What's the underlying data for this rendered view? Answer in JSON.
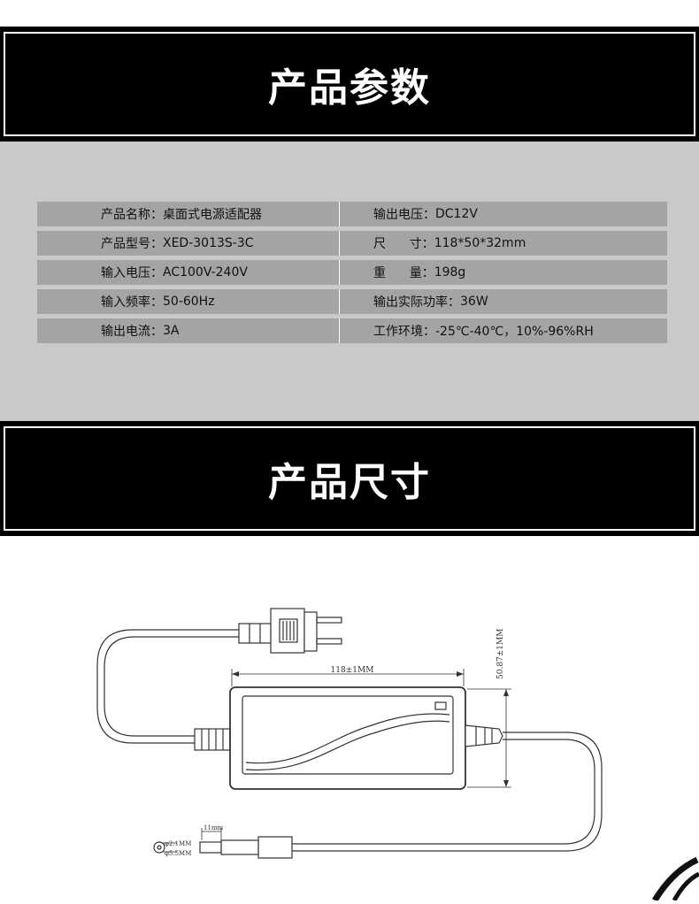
{
  "sections": {
    "params_title": "产品参数",
    "dims_title": "产品尺寸"
  },
  "specs": [
    {
      "left_label": "产品名称：",
      "left_value": "桌面式电源适配器",
      "right_label": "输出电压：",
      "right_value": "DC12V"
    },
    {
      "left_label": "产品型号：",
      "left_value": "XED-3013S-3C",
      "right_label": "尺      寸：",
      "right_value": "118*50*32mm"
    },
    {
      "left_label": "输入电压：",
      "left_value": "AC100V-240V",
      "right_label": "重      量：",
      "right_value": "198g"
    },
    {
      "left_label": "输入频率：",
      "left_value": "50-60Hz",
      "right_label": "输出实际功率：",
      "right_value": "36W"
    },
    {
      "left_label": "输出电流：",
      "left_value": "3A",
      "right_label": "工作环境：",
      "right_value": "-25℃-40℃，10%-96%RH"
    }
  ],
  "drawing": {
    "width_label": "118±1MM",
    "height_label": "50.87±1MM",
    "plug_length_label": "11mm",
    "inner_diameter_label": "φ2.1MM",
    "outer_diameter_label": "φ5.5MM"
  }
}
